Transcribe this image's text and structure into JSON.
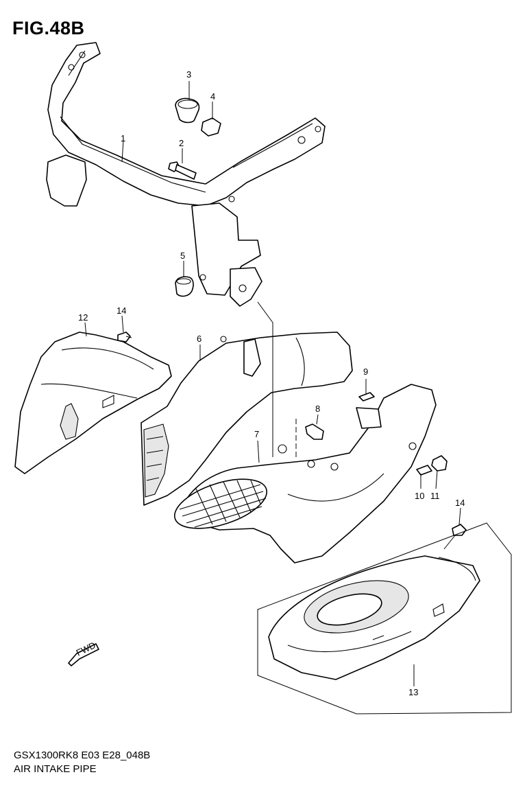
{
  "figure": {
    "title": "FIG.48B",
    "model_code": "GSX1300RK8 E03 E28_048B",
    "section_name": "AIR INTAKE PIPE"
  },
  "callouts": [
    {
      "id": "1",
      "label": "1"
    },
    {
      "id": "2",
      "label": "2"
    },
    {
      "id": "3",
      "label": "3"
    },
    {
      "id": "4",
      "label": "4"
    },
    {
      "id": "5",
      "label": "5"
    },
    {
      "id": "6",
      "label": "6"
    },
    {
      "id": "7",
      "label": "7"
    },
    {
      "id": "8",
      "label": "8"
    },
    {
      "id": "9",
      "label": "9"
    },
    {
      "id": "10",
      "label": "10"
    },
    {
      "id": "11",
      "label": "11"
    },
    {
      "id": "12",
      "label": "12"
    },
    {
      "id": "13",
      "label": "13"
    },
    {
      "id": "14a",
      "label": "14"
    },
    {
      "id": "14b",
      "label": "14"
    }
  ],
  "fwd_arrow_text": "FWD"
}
